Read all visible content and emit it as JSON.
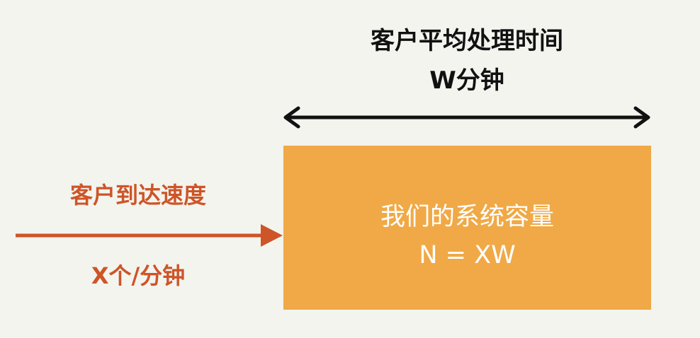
{
  "processing_time": {
    "line1": "客户平均处理时间",
    "line2": "W分钟"
  },
  "system_box": {
    "line1": "我们的系统容量",
    "line2": "N = XW"
  },
  "arrival": {
    "line1": "客户到达速度",
    "line2": "X个/分钟"
  },
  "colors": {
    "background": "#f3f4ee",
    "box": "#f0a946",
    "arrival_arrow": "#cd5528",
    "text_dark": "#111111"
  }
}
